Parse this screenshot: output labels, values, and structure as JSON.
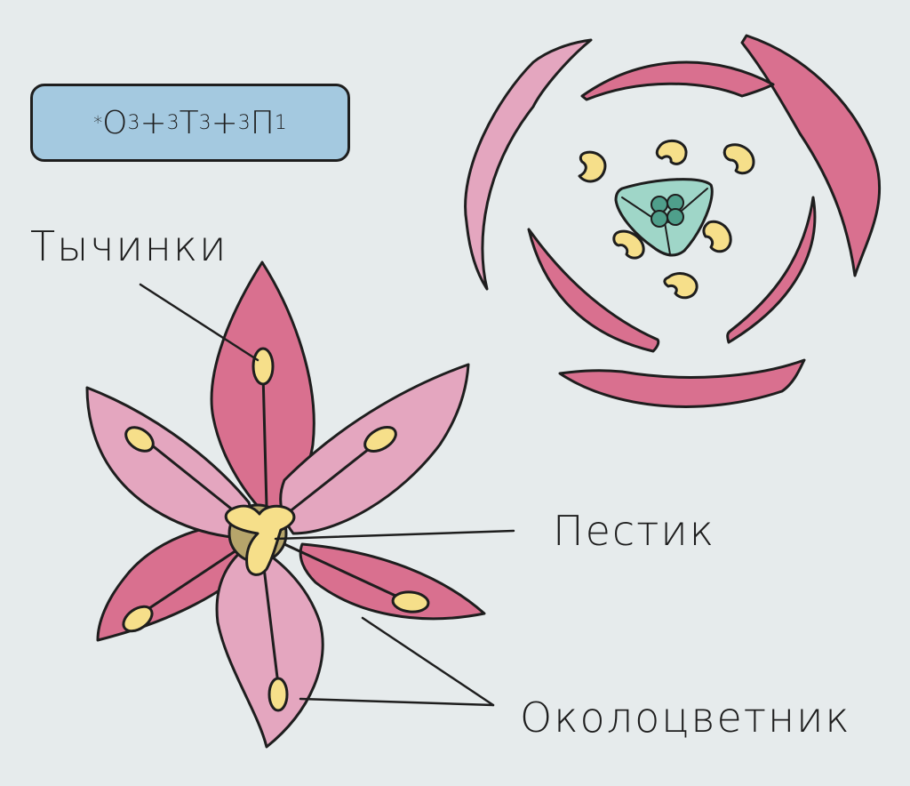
{
  "formula": {
    "star": "*",
    "p1": "O",
    "p1_sub": "3",
    "plus1": "+",
    "s1_pre": "3",
    "p2": "T",
    "p2_sub": "3",
    "plus2": "+",
    "s2_pre": "3",
    "p3": "П",
    "p3_sub": "1"
  },
  "labels": {
    "stamens": "Тычинки",
    "pistil": "Пестик",
    "perianth": "Околоцветник"
  },
  "colors": {
    "background": "#e6ebec",
    "petal_dark": "#d9708f",
    "petal_light": "#e4a6bf",
    "anther": "#f6df8a",
    "pistil": "#f6df8a",
    "ovary": "#b6a56b",
    "ovary_section": "#9fd6c8",
    "ovule": "#4f9f8b",
    "formula_box": "#a4c9e0"
  }
}
